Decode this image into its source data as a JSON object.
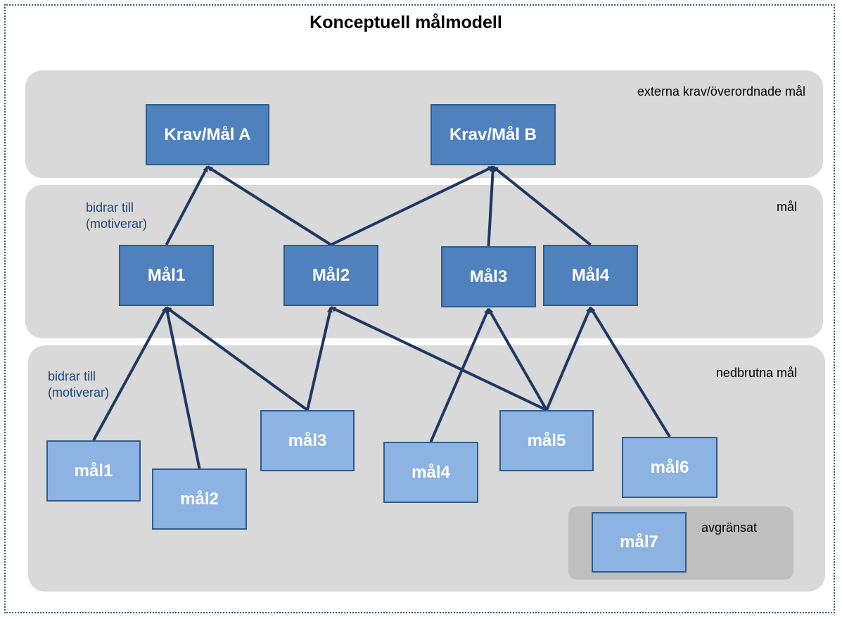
{
  "title": "Konceptuell målmodell",
  "bands": {
    "external": "externa krav/överordnade mål",
    "goals": "mål",
    "subgoals": "nedbrutna mål",
    "limited": "avgränsat"
  },
  "notes": {
    "upper": [
      "bidrar till",
      "(motiverar)"
    ],
    "lower": [
      "bidrar till",
      "(motiverar)"
    ]
  },
  "nodes": {
    "kravA": "Krav/Mål A",
    "kravB": "Krav/Mål B",
    "M1": "Mål1",
    "M2": "Mål2",
    "M3": "Mål3",
    "M4": "Mål4",
    "m1": "mål1",
    "m2": "mål2",
    "m3": "mål3",
    "m4": "mål4",
    "m5": "mål5",
    "m6": "mål6",
    "m7": "mål7"
  },
  "edges": [
    {
      "from": "M1",
      "to": "kravA"
    },
    {
      "from": "M2",
      "to": "kravA"
    },
    {
      "from": "M2",
      "to": "kravB"
    },
    {
      "from": "M3",
      "to": "kravB"
    },
    {
      "from": "M4",
      "to": "kravB"
    },
    {
      "from": "m1",
      "to": "M1"
    },
    {
      "from": "m2",
      "to": "M1"
    },
    {
      "from": "m3",
      "to": "M1"
    },
    {
      "from": "m3",
      "to": "M2"
    },
    {
      "from": "m5",
      "to": "M2"
    },
    {
      "from": "m4",
      "to": "M3"
    },
    {
      "from": "m5",
      "to": "M3"
    },
    {
      "from": "m5",
      "to": "M4"
    },
    {
      "from": "m6",
      "to": "M4"
    }
  ],
  "colors": {
    "dark_box": "#4f81bd",
    "light_box": "#8db3e2",
    "arrow": "#1f3864",
    "band": "#d9d9d9"
  }
}
